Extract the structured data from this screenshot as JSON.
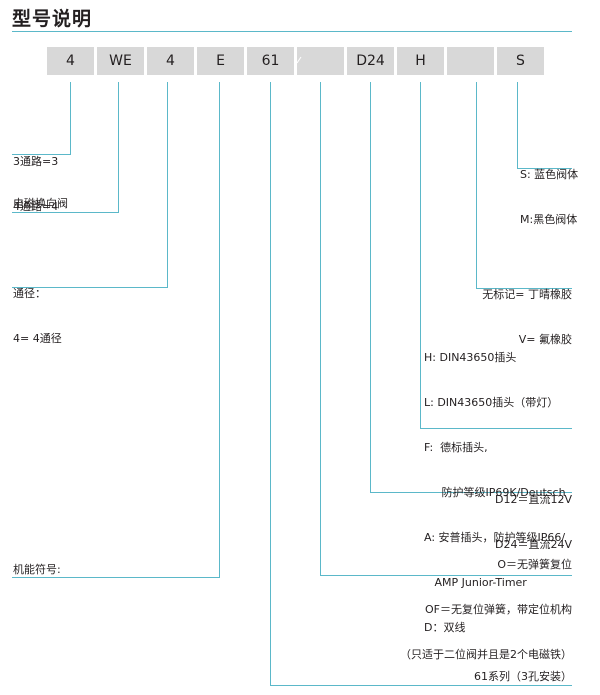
{
  "title": "型号说明",
  "boxes": [
    "4",
    "WE",
    "4",
    "E",
    "61",
    "",
    "D24",
    "H",
    "",
    "S"
  ],
  "labels": {
    "ports": [
      "3通路=3",
      "4通路=4"
    ],
    "valve_type": "电磁换向阀",
    "bore": [
      "通径：",
      "4= 4通径"
    ],
    "symbol": "机能符号:",
    "body": [
      "S: 蓝色阀体",
      "M:黑色阀体"
    ],
    "seal": [
      "无标记= 丁晴橡胶",
      "V= 氟橡胶"
    ],
    "connector": [
      "H: DIN43650插头",
      "L: DIN43650插头（带灯）",
      "F:  德标插头,",
      "     防护等级IP69K/Deutsch",
      "A: 安普插头，防护等级IP66/",
      "   AMP Junior-Timer",
      "D：双线"
    ],
    "voltage": [
      "D12＝直流12V",
      "D24＝直流24V"
    ],
    "spring": [
      "O＝无弹簧复位",
      "OF＝无复位弹簧，带定位机构",
      "（只适于二位阀并且是2个电磁铁）"
    ],
    "series": "61系列（3孔安装）"
  }
}
